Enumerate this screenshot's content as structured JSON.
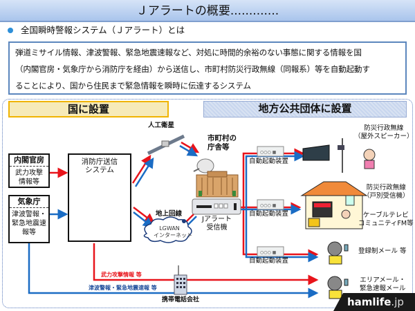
{
  "header": {
    "title": "Ｊアラートの概要............."
  },
  "subtitle": "全国瞬時警報システム（Ｊアラート）とは",
  "description": {
    "lines": [
      "弾道ミサイル情報、津波警報、緊急地震速報など、対処に時間的余裕のない事態に関する情報を国",
      "（内閣官房・気象庁から消防庁を経由）から送信し、市町村防災行政無線（同報系）等を自動起動す",
      "ることにより、国から住民まで緊急情報を瞬時に伝達するシステム"
    ]
  },
  "sections": {
    "national": "国に設置",
    "local": "地方公共団体に設置"
  },
  "sources": [
    {
      "head": "内閣官房",
      "body": [
        "武力攻撃",
        "情報等"
      ]
    },
    {
      "head": "気象庁",
      "body": [
        "津波警報・",
        "緊急地震速",
        "報等"
      ]
    }
  ],
  "fdma": {
    "lines": [
      "消防庁送信",
      "システム"
    ]
  },
  "labels": {
    "satellite": "人工衛星",
    "municipal": [
      "市町村の",
      "庁舎等"
    ],
    "ground_line": "地上回線",
    "lgwan": [
      "LGWAN",
      "インターネット"
    ],
    "receiver": [
      "Jアラート",
      "受信機"
    ],
    "auto_device": "自動起動装置",
    "carrier": "携帯電話会社",
    "attack_info": "武力攻撃情報 等",
    "tsunami_info": "津波警報・緊急地震速報 等"
  },
  "outputs": [
    {
      "lines": [
        "防災行政無線",
        "（屋外スピーカー）"
      ]
    },
    {
      "lines": [
        "防災行政無線",
        "（戸別受信機）"
      ]
    },
    {
      "lines": [
        "ケーブルテレビ",
        "コミュニティFM等"
      ]
    },
    {
      "lines": [
        "登録制メール 等"
      ]
    },
    {
      "lines": [
        "エリアメール・",
        "緊急速報メール"
      ]
    }
  ],
  "colors": {
    "red_line": "#e8141b",
    "blue_line": "#1a6cc4",
    "accent_title": "#a9c4ec"
  },
  "watermark": {
    "main": "hamlife",
    "tld": ".jp"
  }
}
